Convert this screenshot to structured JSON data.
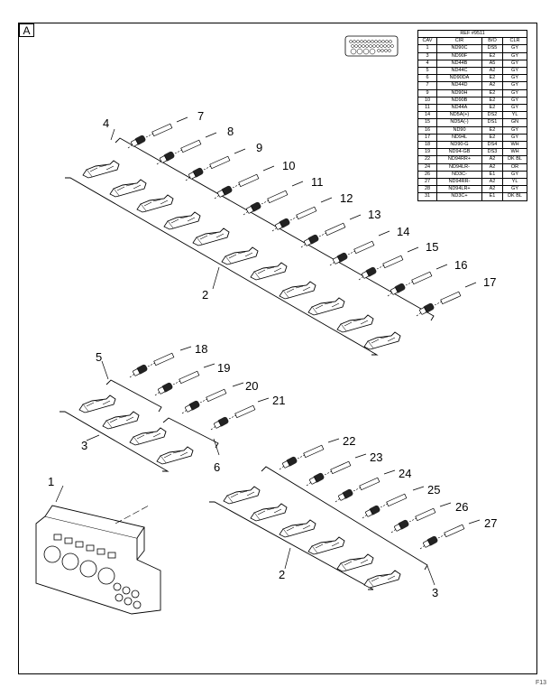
{
  "panel_label": "A",
  "corner_mark": "F13",
  "table": {
    "title": "REF #9511",
    "headers": [
      "CAV",
      "CIR",
      "B/O",
      "CLR"
    ],
    "rows": [
      [
        "1",
        "ND90C",
        "DS5",
        "GY"
      ],
      [
        "3",
        "ND90F",
        "E2",
        "GY"
      ],
      [
        "4",
        "ND44B",
        "A5",
        "GY"
      ],
      [
        "5",
        "ND44C",
        "A2",
        "GY"
      ],
      [
        "6",
        "ND90DA",
        "E2",
        "GY"
      ],
      [
        "7",
        "ND44D",
        "A2",
        "GY"
      ],
      [
        "9",
        "ND90H",
        "E2",
        "GY"
      ],
      [
        "10",
        "ND90B",
        "E2",
        "GY"
      ],
      [
        "11",
        "ND44A",
        "E2",
        "GY"
      ],
      [
        "14",
        "ND5A(+)",
        "DS2",
        "YL"
      ],
      [
        "15",
        "ND5A(-)",
        "DS1",
        "GN"
      ],
      [
        "16",
        "ND90",
        "E2",
        "GY"
      ],
      [
        "17",
        "ND94L",
        "E2",
        "GY"
      ],
      [
        "18",
        "ND90-G",
        "DS4",
        "WH"
      ],
      [
        "19",
        "ND94-GB",
        "DS3",
        "WH"
      ],
      [
        "22",
        "ND94RR+",
        "A2",
        "DK BL"
      ],
      [
        "24",
        "ND94LR-",
        "A2",
        "OR"
      ],
      [
        "26",
        "ND3C-",
        "E1",
        "GY"
      ],
      [
        "27",
        "ND94RR-",
        "A2",
        "YL"
      ],
      [
        "28",
        "ND94LR+",
        "A2",
        "GY"
      ],
      [
        "31",
        "ND3C+",
        "E1",
        "DK BL"
      ]
    ]
  },
  "callouts": {
    "c1": "1",
    "c2a": "2",
    "c2b": "2",
    "c3a": "3",
    "c3b": "3",
    "c4": "4",
    "c5": "5",
    "c6": "6",
    "c7": "7",
    "c8": "8",
    "c9": "9",
    "c10": "10",
    "c11": "11",
    "c12": "12",
    "c13": "13",
    "c14": "14",
    "c15": "15",
    "c16": "16",
    "c17": "17",
    "c18": "18",
    "c19": "19",
    "c20": "20",
    "c21": "21",
    "c22": "22",
    "c23": "23",
    "c24": "24",
    "c25": "25",
    "c26": "26",
    "c27": "27"
  }
}
